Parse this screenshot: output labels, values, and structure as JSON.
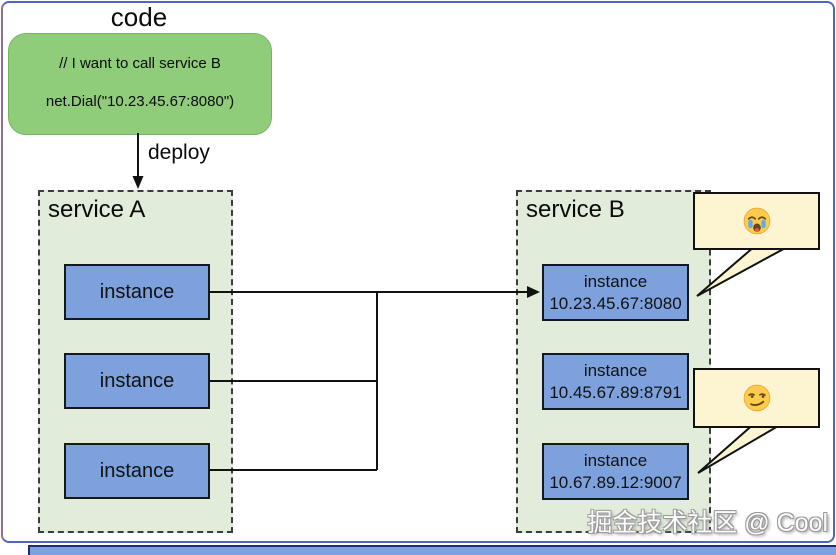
{
  "colors": {
    "frame_border": "#4d66c4",
    "frame_left_border": "#916f92",
    "code_box_fill": "#8fcd7b",
    "code_box_border": "#75b562",
    "service_box_fill": "#e1ecdb",
    "instance_fill": "#7da1dc",
    "instance_border": "#15181c",
    "bubble_fill": "#fdf5d2",
    "line_color": "#111111",
    "bottom_bar_fill": "#7ca0e0",
    "bottom_bar_border": "#1d2d70"
  },
  "code_section": {
    "title": "code",
    "comment": "// I want to call service B",
    "code": "net.Dial(\"10.23.45.67:8080\")",
    "deploy_label": "deploy"
  },
  "service_a": {
    "title": "service A",
    "instances": [
      {
        "label": "instance"
      },
      {
        "label": "instance"
      },
      {
        "label": "instance"
      }
    ]
  },
  "service_b": {
    "title": "service B",
    "instances": [
      {
        "label": "instance",
        "address": "10.23.45.67:8080"
      },
      {
        "label": "instance",
        "address": "10.45.67.89:8791"
      },
      {
        "label": "instance",
        "address": "10.67.89.12:9007"
      }
    ]
  },
  "callouts": [
    {
      "emoji": "😭",
      "emoji_name": "loudly-crying-face-emoji"
    },
    {
      "emoji": "😏",
      "emoji_name": "smirking-face-emoji"
    }
  ],
  "watermark": "掘金技术社区 @ Cool"
}
